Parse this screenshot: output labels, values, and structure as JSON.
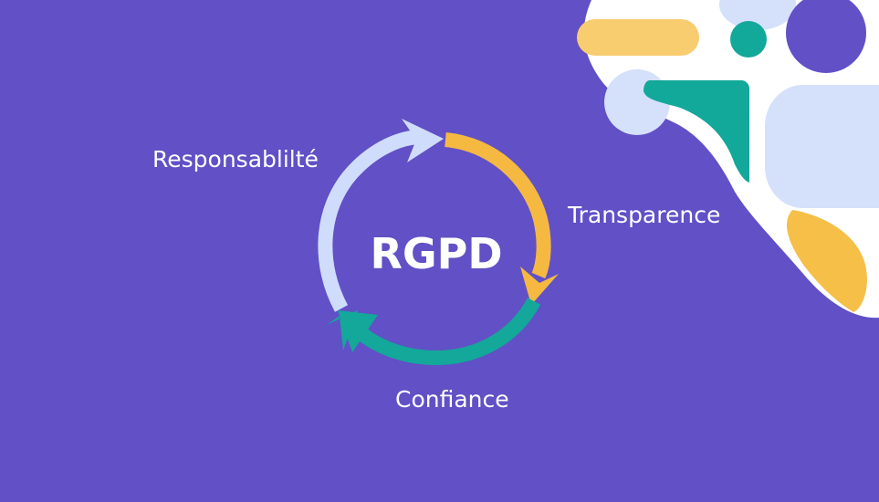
{
  "center_label": "RGPD",
  "labels": {
    "responsabilite": "Responsablilté",
    "transparence": "Transparence",
    "confiance": "Confiance"
  },
  "colors": {
    "background": "#6150c6",
    "responsabilite_arrow": "#cfdcfb",
    "transparence_arrow": "#f5b942",
    "confiance_arrow": "#13a89a",
    "blob_white": "#ffffff",
    "blob_light_blue": "#d5e0fb",
    "blob_yellow": "#f8cd70",
    "blob_teal": "#12a89a"
  }
}
